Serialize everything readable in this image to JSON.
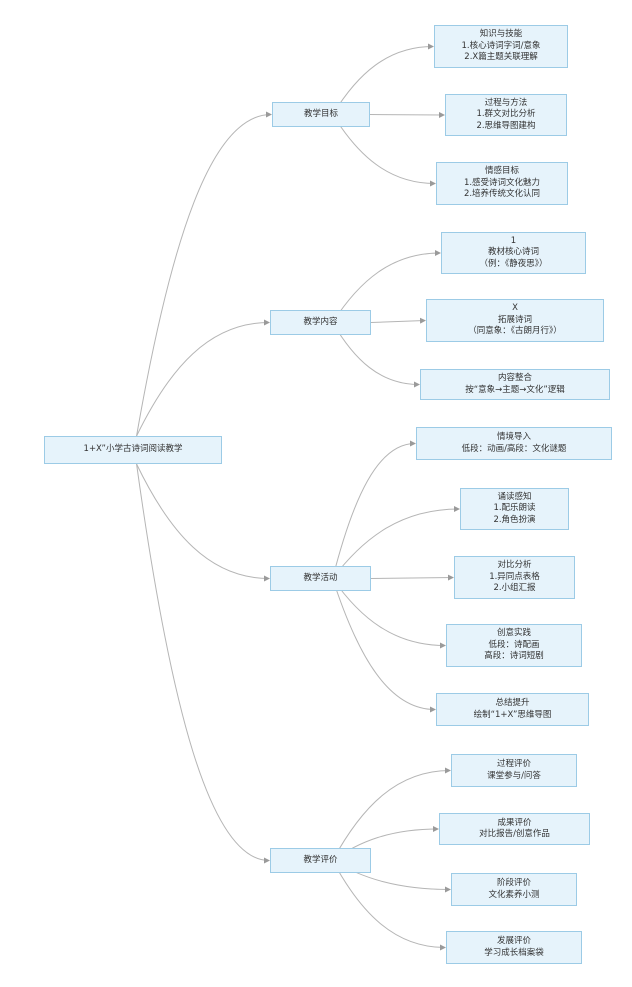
{
  "nodes": {
    "root": {
      "lines": [
        "1+X”小学古诗词阅读教学"
      ]
    },
    "goals": {
      "lines": [
        "教学目标"
      ]
    },
    "g1": {
      "lines": [
        "知识与技能",
        "1.核心诗词字词/意象",
        "2.X篇主题关联理解"
      ]
    },
    "g2": {
      "lines": [
        "过程与方法",
        "1.群文对比分析",
        "2.思维导图建构"
      ]
    },
    "g3": {
      "lines": [
        "情感目标",
        "1.感受诗词文化魅力",
        "2.培养传统文化认同"
      ]
    },
    "content": {
      "lines": [
        "教学内容"
      ]
    },
    "c1": {
      "lines": [
        "1",
        "教材核心诗词",
        "（例：《静夜思》）"
      ]
    },
    "c2": {
      "lines": [
        "X",
        "拓展诗词",
        "（同意象：《古朗月行》）"
      ]
    },
    "c3": {
      "lines": [
        "内容整合",
        "按“意象→主题→文化”逻辑"
      ]
    },
    "act": {
      "lines": [
        "教学活动"
      ]
    },
    "a1": {
      "lines": [
        "情境导入",
        "低段：动画/高段：文化谜题"
      ]
    },
    "a2": {
      "lines": [
        "诵读感知",
        "1.配乐朗读",
        "2.角色扮演"
      ]
    },
    "a3": {
      "lines": [
        "对比分析",
        "1.异同点表格",
        "2.小组汇报"
      ]
    },
    "a4": {
      "lines": [
        "创意实践",
        "低段：诗配画",
        "高段：诗词短剧"
      ]
    },
    "a5": {
      "lines": [
        "总结提升",
        "绘制“1+X”思维导图"
      ]
    },
    "eval": {
      "lines": [
        "教学评价"
      ]
    },
    "e1": {
      "lines": [
        "过程评价",
        "课堂参与/问答"
      ]
    },
    "e2": {
      "lines": [
        "成果评价",
        "对比报告/创意作品"
      ]
    },
    "e3": {
      "lines": [
        "阶段评价",
        "文化素养小测"
      ]
    },
    "e4": {
      "lines": [
        "发展评价",
        "学习成长档案袋"
      ]
    }
  },
  "colors": {
    "node_fill": "#e6f3fb",
    "node_border": "#9ccbe6",
    "edge": "#b5b5b5",
    "text": "#333333"
  }
}
